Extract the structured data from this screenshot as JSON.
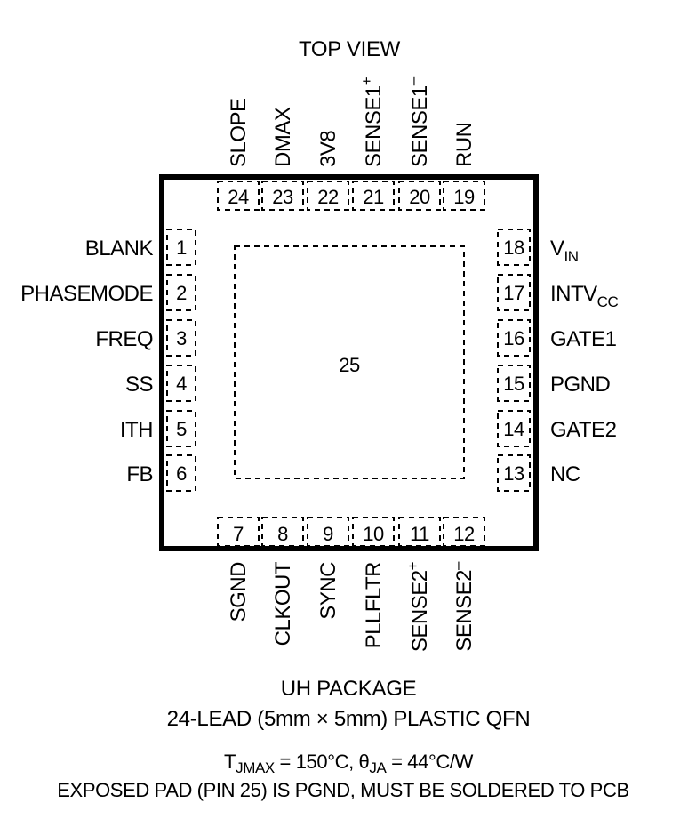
{
  "title": "TOP VIEW",
  "pins_top": [
    {
      "num": "24",
      "name": "SLOPE"
    },
    {
      "num": "23",
      "name": "DMAX"
    },
    {
      "num": "22",
      "name": "3V8"
    },
    {
      "num": "21",
      "name": "SENSE1",
      "sup": "+"
    },
    {
      "num": "20",
      "name": "SENSE1",
      "sup": "–"
    },
    {
      "num": "19",
      "name": "RUN"
    }
  ],
  "pins_left": [
    {
      "num": "1",
      "name": "BLANK"
    },
    {
      "num": "2",
      "name": "PHASEMODE"
    },
    {
      "num": "3",
      "name": "FREQ"
    },
    {
      "num": "4",
      "name": "SS"
    },
    {
      "num": "5",
      "name": "ITH"
    },
    {
      "num": "6",
      "name": "FB"
    }
  ],
  "pins_right": [
    {
      "num": "18",
      "name": "V",
      "sub": "IN"
    },
    {
      "num": "17",
      "name": "INTV",
      "sub": "CC"
    },
    {
      "num": "16",
      "name": "GATE1"
    },
    {
      "num": "15",
      "name": "PGND"
    },
    {
      "num": "14",
      "name": "GATE2"
    },
    {
      "num": "13",
      "name": "NC"
    }
  ],
  "pins_bottom": [
    {
      "num": "7",
      "name": "SGND"
    },
    {
      "num": "8",
      "name": "CLKOUT"
    },
    {
      "num": "9",
      "name": "SYNC"
    },
    {
      "num": "10",
      "name": "PLLFLTR"
    },
    {
      "num": "11",
      "name": "SENSE2",
      "sup": "+"
    },
    {
      "num": "12",
      "name": "SENSE2",
      "sup": "–"
    }
  ],
  "exposed_pad_label": "25",
  "package_line1": "UH PACKAGE",
  "package_line2": "24-LEAD (5mm × 5mm) PLASTIC QFN",
  "thermal": {
    "t_sym": "T",
    "t_sub": "JMAX",
    "t_val": " = 150°C, ",
    "theta_sym": "θ",
    "theta_sub": "JA",
    "theta_val": " = 44°C/W"
  },
  "note": "EXPOSED PAD (PIN 25) IS PGND, MUST BE SOLDERED TO PCB"
}
